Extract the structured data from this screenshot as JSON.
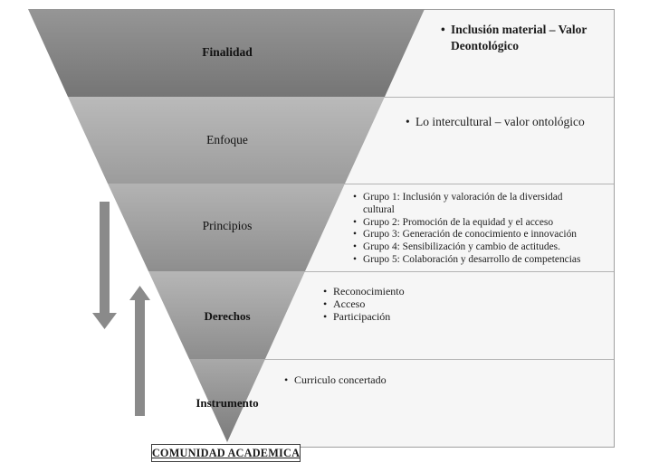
{
  "pyramid": {
    "levels": [
      {
        "label": "Finalidad",
        "bold": true,
        "color_top": "#969696",
        "color_bottom": "#757575"
      },
      {
        "label": "Enfoque",
        "bold": false,
        "color_top": "#bababa",
        "color_bottom": "#9c9c9c"
      },
      {
        "label": "Principios",
        "bold": false,
        "color_top": "#b3b3b3",
        "color_bottom": "#8e8e8e"
      },
      {
        "label": "Derechos",
        "bold": true,
        "color_top": "#b6b6b6",
        "color_bottom": "#8d8d8d"
      },
      {
        "label": "Instrumento",
        "bold": true,
        "color_top": "#a9a9a9",
        "color_bottom": "#7b7b7b"
      }
    ],
    "base_label": "COMUNIDAD ACADEMICA"
  },
  "panel": {
    "background": "#f6f6f6",
    "border_color": "#a0a0a0",
    "rows": [
      {
        "level": "Finalidad",
        "items": [
          "Inclusión material – Valor Deontológico"
        ]
      },
      {
        "level": "Enfoque",
        "items": [
          "Lo intercultural – valor ontológico"
        ]
      },
      {
        "level": "Principios",
        "items": [
          "Grupo 1: Inclusión y valoración de la diversidad cultural",
          "Grupo 2: Promoción de la equidad y el acceso",
          "Grupo 3: Generación de conocimiento e innovación",
          "Grupo 4: Sensibilización y cambio de actitudes.",
          "Grupo 5: Colaboración y desarrollo de competencias"
        ]
      },
      {
        "level": "Derechos",
        "items": [
          "Reconocimiento",
          "Acceso",
          "Participación"
        ]
      },
      {
        "level": "Instrumento",
        "items": [
          "Curriculo concertado"
        ]
      }
    ],
    "bullet": "•"
  },
  "arrows": {
    "down": "down-arrow",
    "up": "up-arrow",
    "color": "#8a8a8a",
    "edge_color": "#7c7c7c"
  }
}
